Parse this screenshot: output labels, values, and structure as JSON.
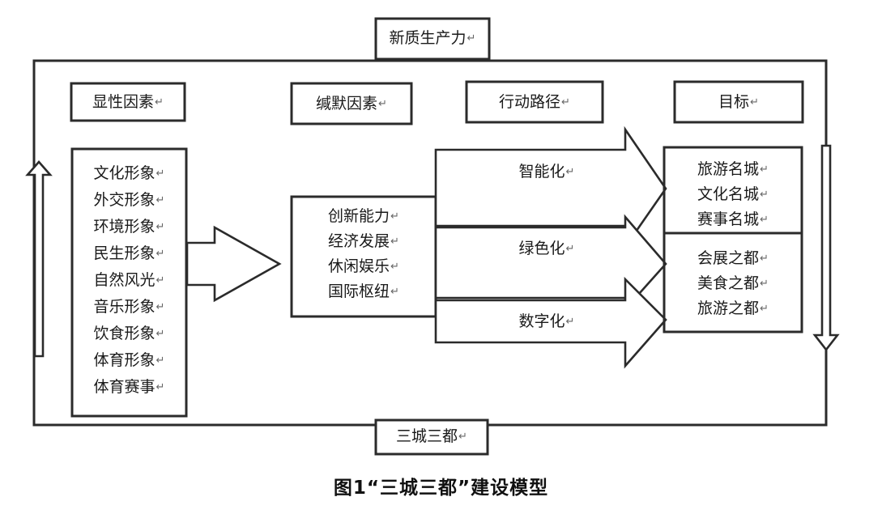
{
  "figure": {
    "caption": "图1“三城三都”建设模型",
    "return_mark": "↵"
  },
  "frame": {
    "top_node": "新质生产力",
    "bottom_node": "三城三都",
    "left_arrow": "up-block-arrow",
    "right_arrow": "down-block-arrow"
  },
  "columns": [
    {
      "key": "explicit",
      "header": "显性因素"
    },
    {
      "key": "tacit",
      "header": "缄默因素"
    },
    {
      "key": "path",
      "header": "行动路径"
    },
    {
      "key": "goal",
      "header": "目标"
    }
  ],
  "explicit_factors": [
    "文化形象",
    "外交形象",
    "环境形象",
    "民生形象",
    "自然风光",
    "音乐形象",
    "饮食形象",
    "体育形象",
    "体育赛事"
  ],
  "tacit_factors": [
    "创新能力",
    "经济发展",
    "休闲娱乐",
    "国际枢纽"
  ],
  "action_paths": [
    "智能化",
    "绿色化",
    "数字化"
  ],
  "goals": {
    "famous_city": [
      "旅游名城",
      "文化名城",
      "赛事名城"
    ],
    "capital_of": [
      "会展之都",
      "美食之都",
      "旅游之都"
    ]
  },
  "colors": {
    "stroke": "#2b2b2b",
    "background": "#ffffff",
    "text": "#1a1a1a"
  },
  "chart_data": {
    "type": "diagram",
    "title": "图1“三城三都”建设模型",
    "nodes": [
      {
        "id": "new-productivity",
        "label": "新质生产力",
        "role": "frame-top"
      },
      {
        "id": "three-cities",
        "label": "三城三都",
        "role": "frame-bottom"
      },
      {
        "id": "explicit-header",
        "label": "显性因素",
        "role": "column-header"
      },
      {
        "id": "tacit-header",
        "label": "缄默因素",
        "role": "column-header"
      },
      {
        "id": "path-header",
        "label": "行动路径",
        "role": "column-header"
      },
      {
        "id": "goal-header",
        "label": "目标",
        "role": "column-header"
      },
      {
        "id": "explicit-list",
        "label": "文化形象/外交形象/环境形象/民生形象/自然风光/音乐形象/饮食形象/体育形象/体育赛事",
        "role": "list"
      },
      {
        "id": "tacit-list",
        "label": "创新能力/经济发展/休闲娱乐/国际枢纽",
        "role": "list"
      },
      {
        "id": "goal-top",
        "label": "旅游名城/文化名城/赛事名城",
        "role": "list"
      },
      {
        "id": "goal-bottom",
        "label": "会展之都/美食之都/旅游之都",
        "role": "list"
      }
    ],
    "edges": [
      {
        "from": "explicit-list",
        "to": "tacit-list",
        "label": "",
        "style": "block-arrow"
      },
      {
        "from": "tacit-list",
        "to": "goal-top",
        "label": "智能化",
        "style": "block-arrow"
      },
      {
        "from": "tacit-list",
        "to": "goal-bottom",
        "label": "绿色化",
        "style": "block-arrow"
      },
      {
        "from": "tacit-list",
        "to": "goal-bottom",
        "label": "数字化",
        "style": "block-arrow"
      },
      {
        "from": "three-cities",
        "to": "new-productivity",
        "label": "",
        "style": "frame-loop-left-up"
      },
      {
        "from": "new-productivity",
        "to": "three-cities",
        "label": "",
        "style": "frame-loop-right-down"
      }
    ]
  }
}
